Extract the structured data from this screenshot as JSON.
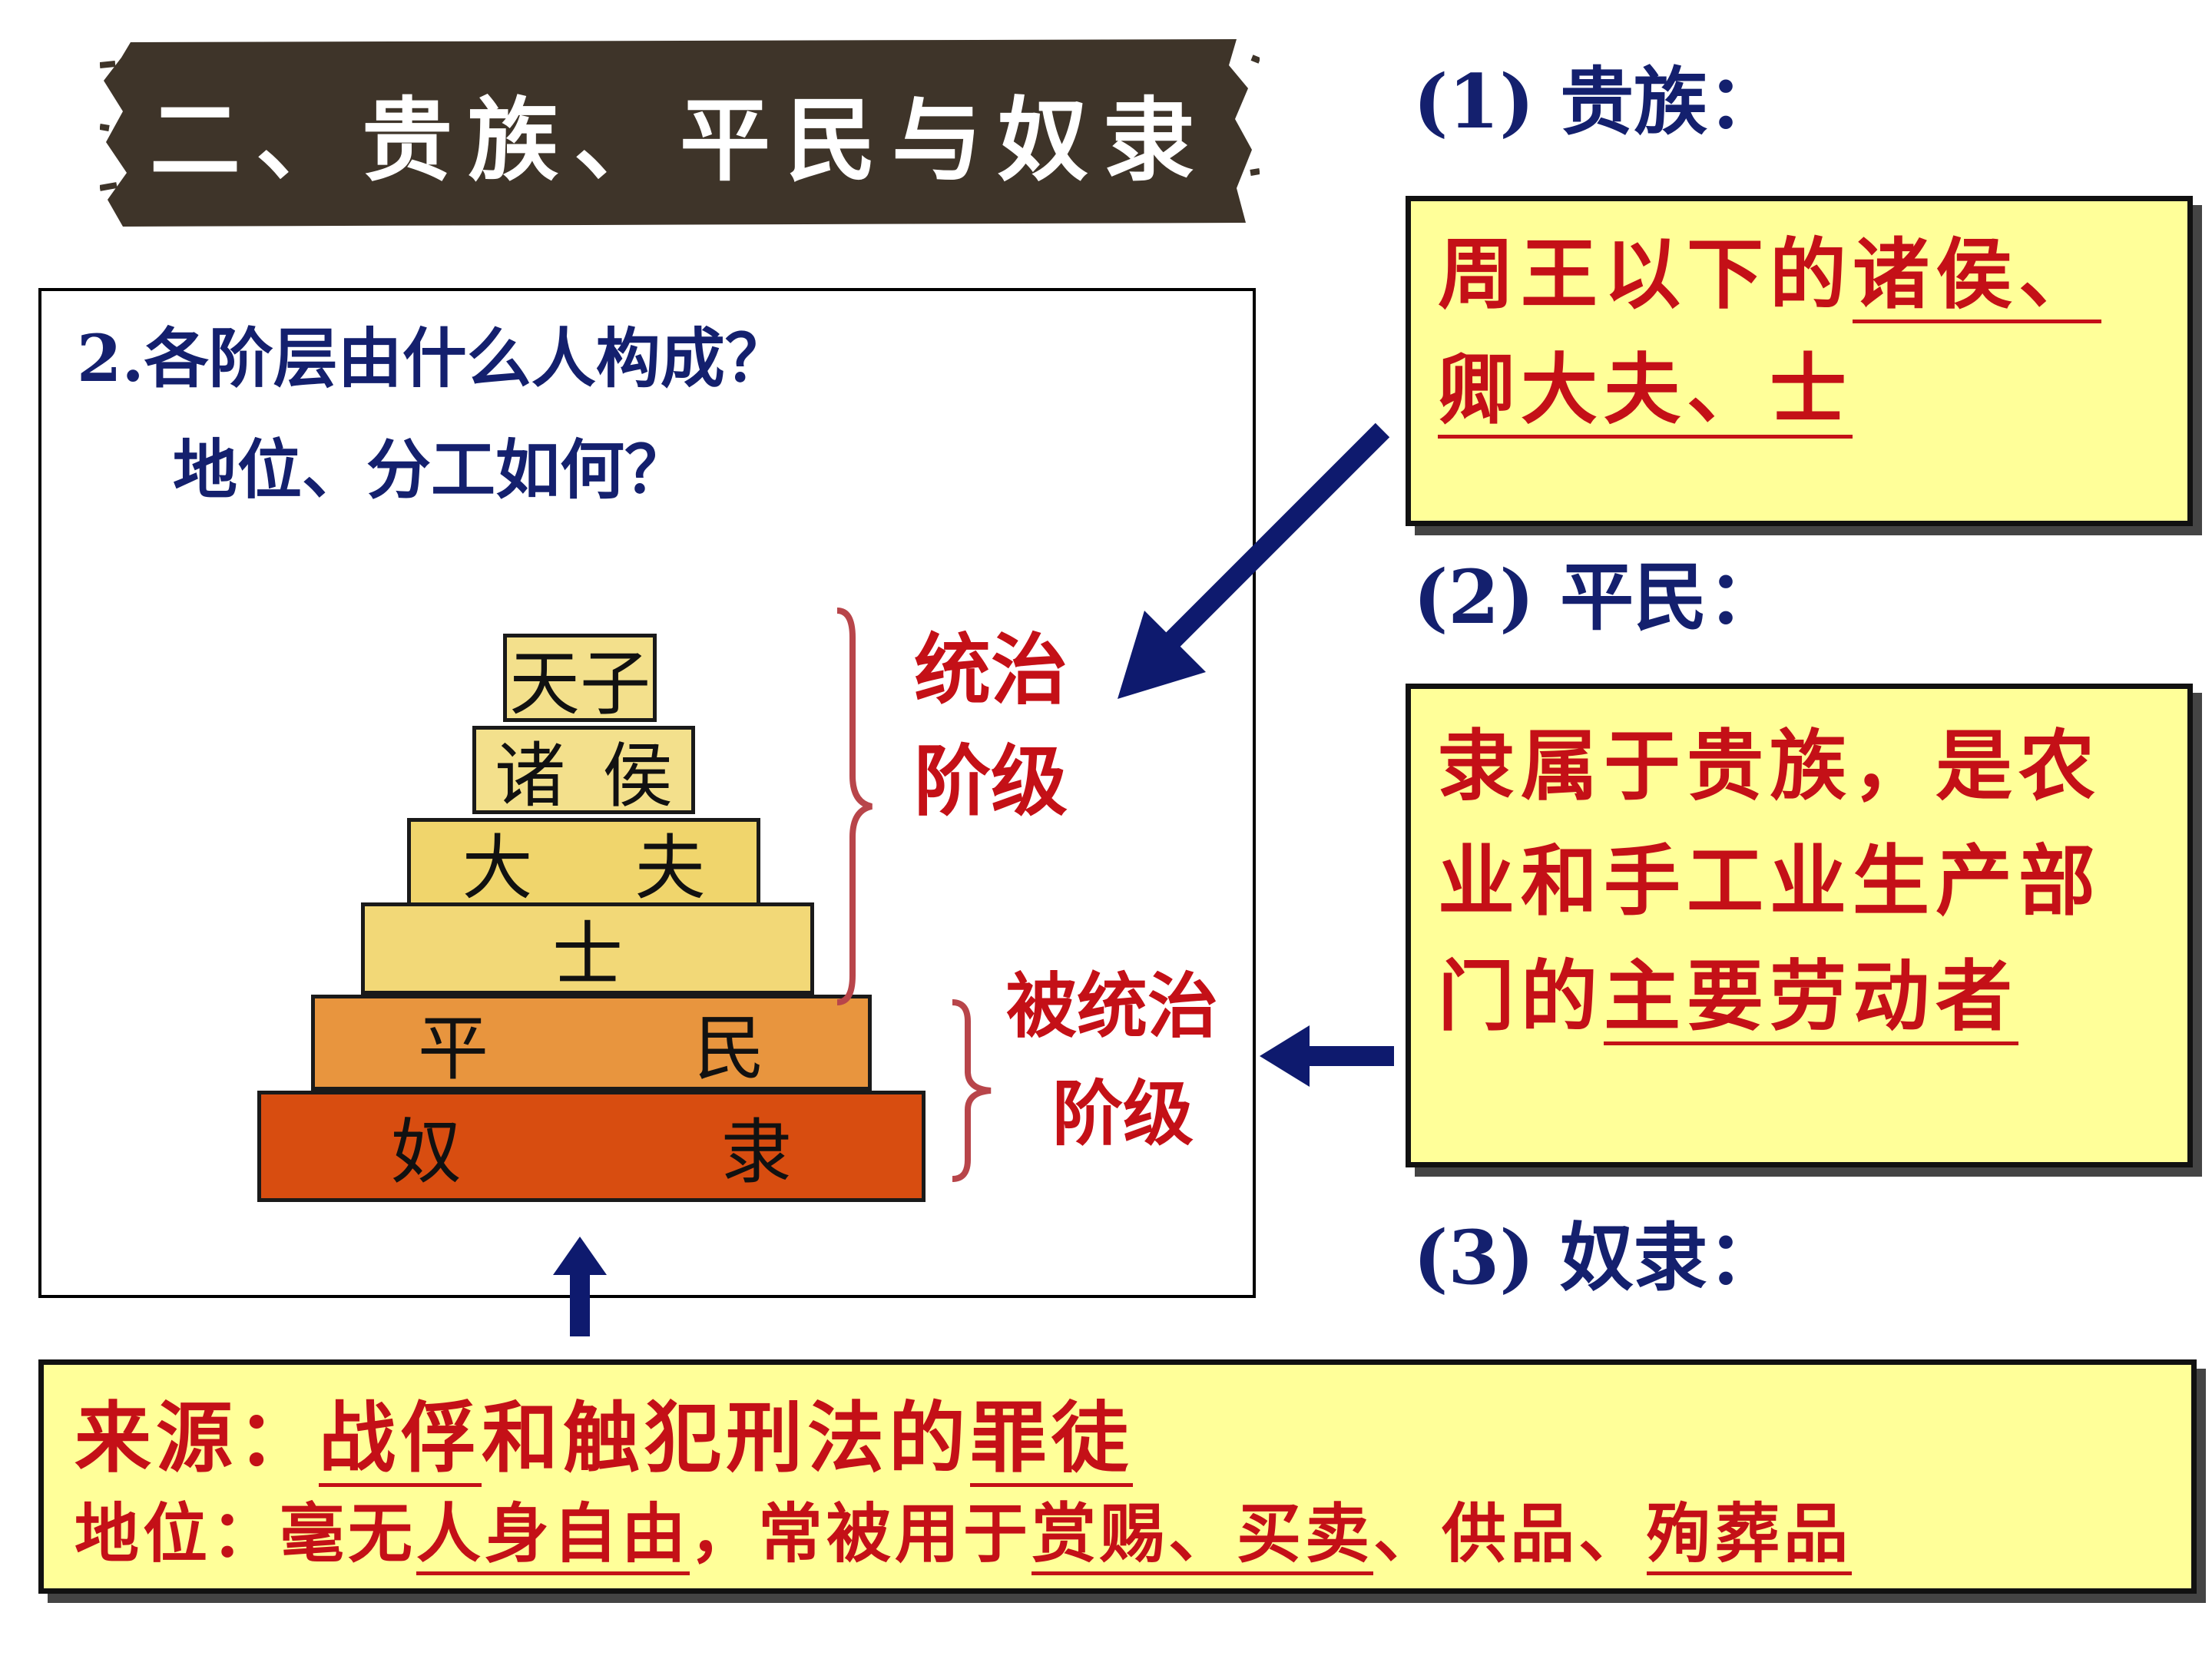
{
  "title": "二、贵族、平民与奴隶",
  "question": {
    "line1": "2.各阶层由什么人构成？",
    "line2": "地位、分工如何？"
  },
  "pyramid": {
    "tiers": [
      {
        "chars": [
          "天子"
        ],
        "color": "#f3e08c"
      },
      {
        "chars": [
          "诸",
          "侯"
        ],
        "color": "#f3e08c"
      },
      {
        "chars": [
          "大",
          "夫"
        ],
        "color": "#f0d56c"
      },
      {
        "chars": [
          "士"
        ],
        "color": "#f2d877"
      },
      {
        "chars": [
          "平",
          "民"
        ],
        "color": "#e8953e"
      },
      {
        "chars": [
          "奴",
          "隶"
        ],
        "color": "#d84d10"
      }
    ],
    "ruling_label": [
      "统治",
      "阶级"
    ],
    "ruled_label": [
      "被统治",
      "阶级"
    ]
  },
  "sections": {
    "nobles_heading": "(1) 贵族：",
    "commoners_heading": "(2) 平民：",
    "slaves_heading": "(3) 奴隶："
  },
  "nobles_box": {
    "plain": "周王以下的",
    "underlined1": "诸侯、",
    "underlined2": "卿大夫、士"
  },
  "commoners_box": {
    "line1": "隶属于贵族，是农",
    "line2": "业和手工业生产部",
    "line3_plain": "门的",
    "line3_underlined": "主要劳动者"
  },
  "slaves_box": {
    "source_label": "来源：",
    "source_u1": "战俘",
    "source_mid": "和触犯刑法的",
    "source_u2": "罪徒",
    "status_label": "地位：",
    "status_p1": "毫无",
    "status_u1": "人身自由",
    "status_p2": "，常被用于",
    "status_u2": "赏赐、买卖",
    "status_p3": "、供品、",
    "status_u3": "殉葬品"
  },
  "colors": {
    "banner": "#3e3429",
    "navy": "#14206e",
    "red": "#c41017",
    "box_yellow": "#ffff99",
    "bracket": "#b8454a",
    "arrow": "#0e1a6e"
  }
}
